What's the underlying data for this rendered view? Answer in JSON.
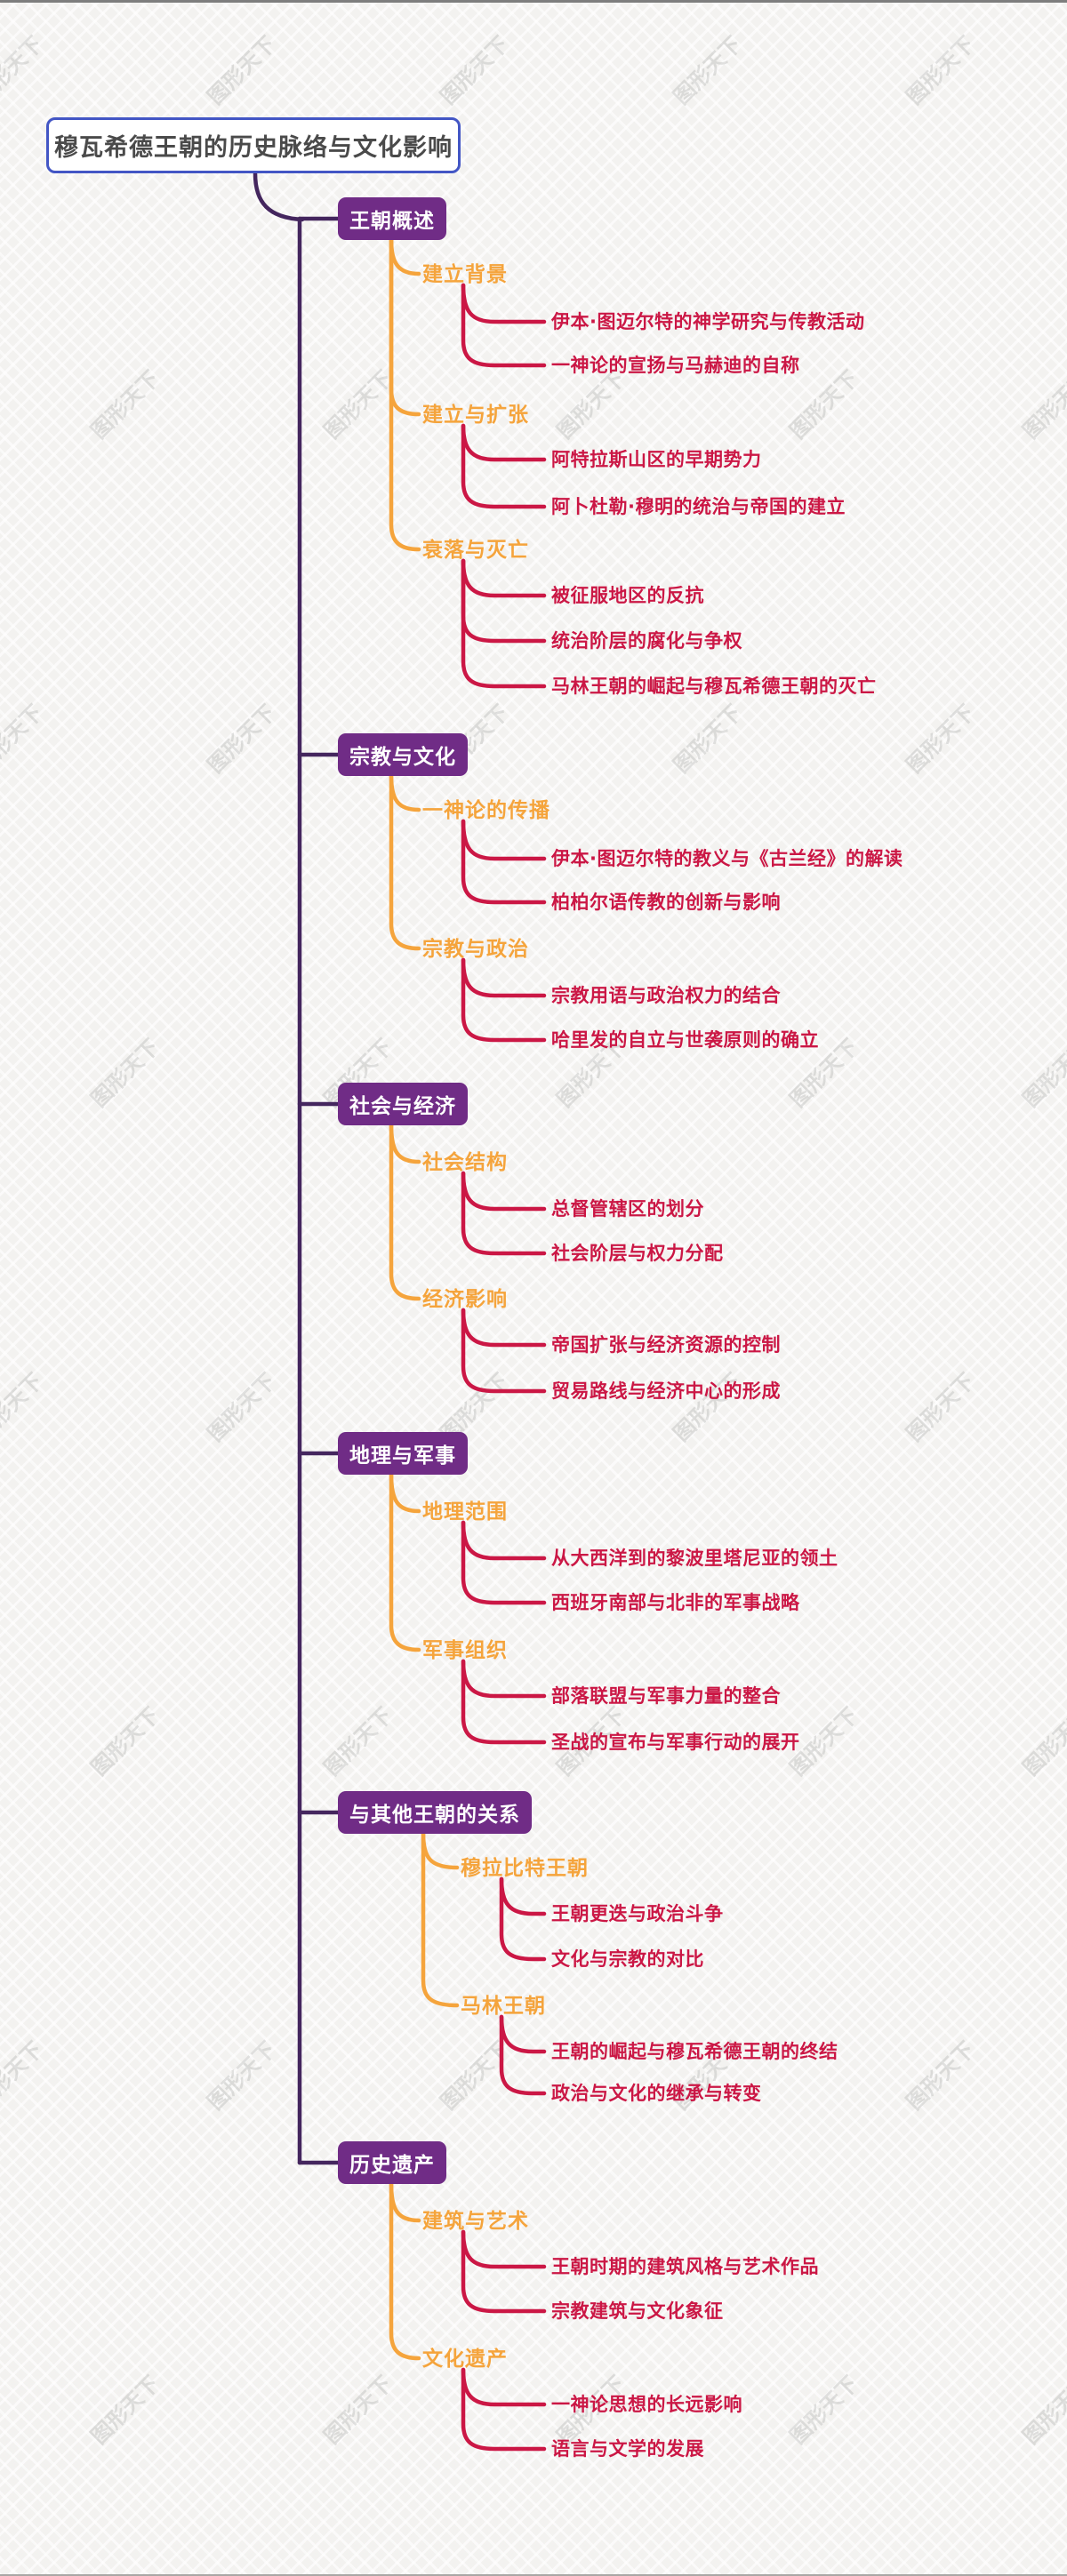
{
  "page": {
    "watermark": "图形天下"
  },
  "colors": {
    "background": "#f3f2f0",
    "root_border_blue": "#4356c5",
    "root_text_gray": "#4a4a4a",
    "section_purple": "#702c86",
    "trunk_dark_purple": "#44265e",
    "branch_orange": "#f5a43c",
    "leaf_crimson": "#cb1745"
  },
  "root": {
    "title": "穆瓦希德王朝的历史脉络与文化影响"
  },
  "sections": [
    {
      "label": "王朝概述",
      "branches": [
        {
          "label": "建立背景",
          "leaves": [
            "伊本·图迈尔特的神学研究与传教活动",
            "一神论的宣扬与马赫迪的自称"
          ]
        },
        {
          "label": "建立与扩张",
          "leaves": [
            "阿特拉斯山区的早期势力",
            "阿卜杜勒·穆明的统治与帝国的建立"
          ]
        },
        {
          "label": "衰落与灭亡",
          "leaves": [
            "被征服地区的反抗",
            "统治阶层的腐化与争权",
            "马林王朝的崛起与穆瓦希德王朝的灭亡"
          ]
        }
      ]
    },
    {
      "label": "宗教与文化",
      "branches": [
        {
          "label": "一神论的传播",
          "leaves": [
            "伊本·图迈尔特的教义与《古兰经》的解读",
            "柏柏尔语传教的创新与影响"
          ]
        },
        {
          "label": "宗教与政治",
          "leaves": [
            "宗教用语与政治权力的结合",
            "哈里发的自立与世袭原则的确立"
          ]
        }
      ]
    },
    {
      "label": "社会与经济",
      "branches": [
        {
          "label": "社会结构",
          "leaves": [
            "总督管辖区的划分",
            "社会阶层与权力分配"
          ]
        },
        {
          "label": "经济影响",
          "leaves": [
            "帝国扩张与经济资源的控制",
            "贸易路线与经济中心的形成"
          ]
        }
      ]
    },
    {
      "label": "地理与军事",
      "branches": [
        {
          "label": "地理范围",
          "leaves": [
            "从大西洋到的黎波里塔尼亚的领土",
            "西班牙南部与北非的军事战略"
          ]
        },
        {
          "label": "军事组织",
          "leaves": [
            "部落联盟与军事力量的整合",
            "圣战的宣布与军事行动的展开"
          ]
        }
      ]
    },
    {
      "label": "与其他王朝的关系",
      "branches": [
        {
          "label": "穆拉比特王朝",
          "leaves": [
            "王朝更迭与政治斗争",
            "文化与宗教的对比"
          ]
        },
        {
          "label": "马林王朝",
          "leaves": [
            "王朝的崛起与穆瓦希德王朝的终结",
            "政治与文化的继承与转变"
          ]
        }
      ]
    },
    {
      "label": "历史遗产",
      "branches": [
        {
          "label": "建筑与艺术",
          "leaves": [
            "王朝时期的建筑风格与艺术作品",
            "宗教建筑与文化象征"
          ]
        },
        {
          "label": "文化遗产",
          "leaves": [
            "一神论思想的长远影响",
            "语言与文学的发展"
          ]
        }
      ]
    }
  ]
}
